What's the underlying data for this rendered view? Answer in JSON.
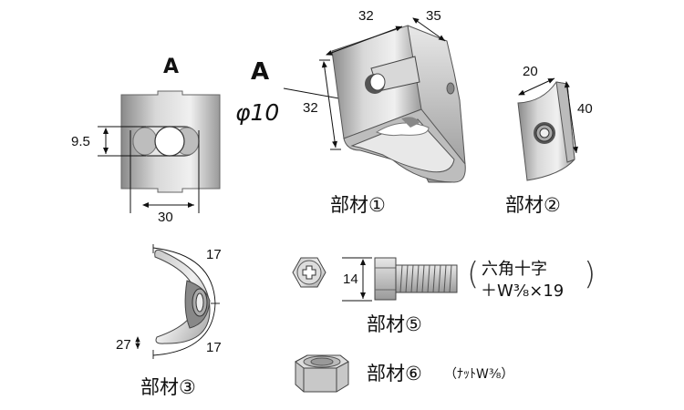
{
  "detail_a": {
    "title": "A",
    "slot_height": "9.5",
    "slot_width": "30"
  },
  "callout": {
    "letter": "A",
    "diameter": "φ10"
  },
  "part1": {
    "label": "部材①",
    "width": "32",
    "depth": "35",
    "height": "32"
  },
  "part2": {
    "label": "部材②",
    "width": "20",
    "height": "40"
  },
  "part3": {
    "label": "部材③",
    "top_radius": "17",
    "bottom_radius": "17",
    "thickness": "27"
  },
  "part5": {
    "label": "部材⑤",
    "head_size": "14",
    "desc_line1": "六角十字",
    "desc_line2": "＋W³⁄₈×19",
    "paren_open": "(",
    "paren_close": ")"
  },
  "part6": {
    "label": "部材⑥",
    "desc": "（ﾅｯﾄW³⁄₈）"
  }
}
